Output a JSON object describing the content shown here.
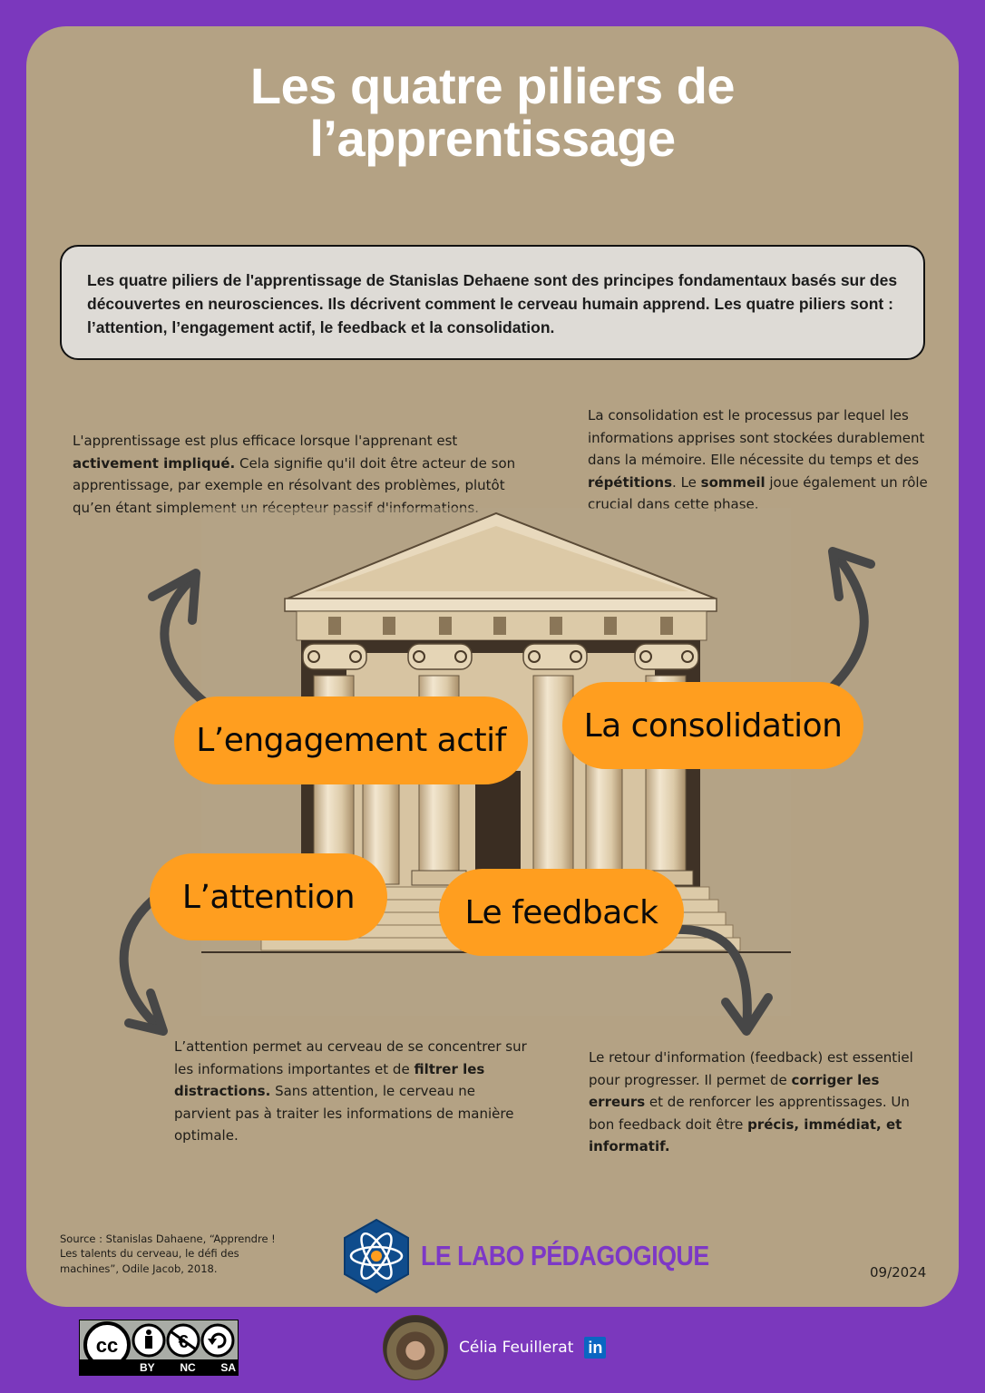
{
  "title": {
    "line1": "Les quatre piliers de",
    "line2": "l’apprentissage"
  },
  "intro": {
    "text": "Les quatre piliers de l'apprentissage de Stanislas Dehaene sont des principes fondamentaux basés sur des découvertes en neurosciences. Ils décrivent comment le cerveau humain apprend. Les quatre piliers sont : l’attention, l’engagement actif, le feedback et la consolidation."
  },
  "pillars": {
    "engagement": {
      "label": "L’engagement actif",
      "desc": {
        "p1": "L'apprentissage est plus efficace lorsque l'apprenant est ",
        "b1": "activement impliqué.",
        "p2": " Cela signifie qu'il doit être acteur de son apprentissage, par exemple en résolvant des problèmes, plutôt qu’en étant simplement un récepteur passif d'informations."
      }
    },
    "consolidation": {
      "label": "La consolidation",
      "desc": {
        "p1": "La consolidation est le processus par lequel les informations apprises sont stockées durablement dans la mémoire. Elle nécessite du temps et des ",
        "b1": "répétitions",
        "p2": ". Le ",
        "b2": "sommeil",
        "p3": " joue également un rôle crucial dans cette phase."
      }
    },
    "attention": {
      "label": "L’attention",
      "desc": {
        "p1": "L’attention permet au cerveau de se concentrer sur les informations importantes et de ",
        "b1": "filtrer les distractions.",
        "p2": " Sans attention, le cerveau ne parvient pas à traiter les informations de manière optimale."
      }
    },
    "feedback": {
      "label": "Le feedback",
      "desc": {
        "p1": "Le retour d'information (feedback) est essentiel pour progresser. Il permet de ",
        "b1": "corriger les erreurs",
        "p2": " et de renforcer les apprentissages. Un bon feedback doit être ",
        "b2": "précis, immédiat, et informatif."
      }
    }
  },
  "footer": {
    "source": "Source : Stanislas Dahaene, “Apprendre ! Les talents du cerveau, le défi des machines”, Odile Jacob, 2018.",
    "logo_text": "LE LABO PÉDAGOGIQUE",
    "date": "09/2024",
    "license": {
      "cc": "cc",
      "labels": [
        "BY",
        "NC",
        "SA"
      ]
    },
    "author": "Célia Feuillerat",
    "linkedin": "in"
  },
  "colors": {
    "frame": "#7b38bd",
    "card": "#b4a284",
    "pill": "#ff9e1f",
    "intro_bg": "#dedbd6",
    "arrow": "#474747",
    "logo_text": "#7d38c6",
    "logo_hex": "#0f4c8c"
  }
}
